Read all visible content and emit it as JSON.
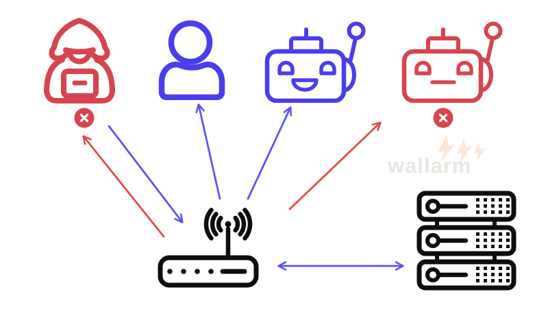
{
  "watermark": {
    "text": "wallarm",
    "text_color": "#eae6e2",
    "bolt_color": "#fbe7d9"
  },
  "colors": {
    "malicious_red": "#d6454f",
    "legit_blue": "#4a3ded",
    "arrow_blue": "#5b55f0",
    "arrow_red": "#e04b4b",
    "infrastructure_black": "#0d0d0d",
    "badge_red": "#d6454f"
  },
  "nodes": [
    {
      "id": "hacker",
      "icon": "hacker-icon",
      "kind": "hooded attacker with laptop",
      "color": "#d6454f",
      "blocked": true
    },
    {
      "id": "user",
      "icon": "user-icon",
      "kind": "legitimate human user",
      "color": "#4a3ded",
      "blocked": false
    },
    {
      "id": "good-bot",
      "icon": "happy-robot-icon",
      "kind": "legitimate bot (smiling)",
      "color": "#4a3ded",
      "blocked": false
    },
    {
      "id": "bad-bot",
      "icon": "neutral-robot-icon",
      "kind": "malicious bot (neutral face)",
      "color": "#d6454f",
      "blocked": true
    },
    {
      "id": "router",
      "icon": "wifi-router-icon",
      "kind": "wifi router / gateway",
      "color": "#0d0d0d",
      "blocked": false
    },
    {
      "id": "server",
      "icon": "server-rack-icon",
      "kind": "server rack (3 units)",
      "color": "#0d0d0d",
      "blocked": false
    }
  ],
  "connections": [
    {
      "from": "hacker",
      "to": "router",
      "color": "blue",
      "arrow": "one-way"
    },
    {
      "from": "router",
      "to": "hacker",
      "color": "red",
      "arrow": "one-way"
    },
    {
      "from": "router",
      "to": "user",
      "color": "blue",
      "arrow": "one-way"
    },
    {
      "from": "router",
      "to": "good-bot",
      "color": "blue",
      "arrow": "one-way"
    },
    {
      "from": "router",
      "to": "bad-bot",
      "color": "red",
      "arrow": "one-way"
    },
    {
      "from": "router",
      "to": "server",
      "color": "blue",
      "arrow": "two-way"
    }
  ]
}
